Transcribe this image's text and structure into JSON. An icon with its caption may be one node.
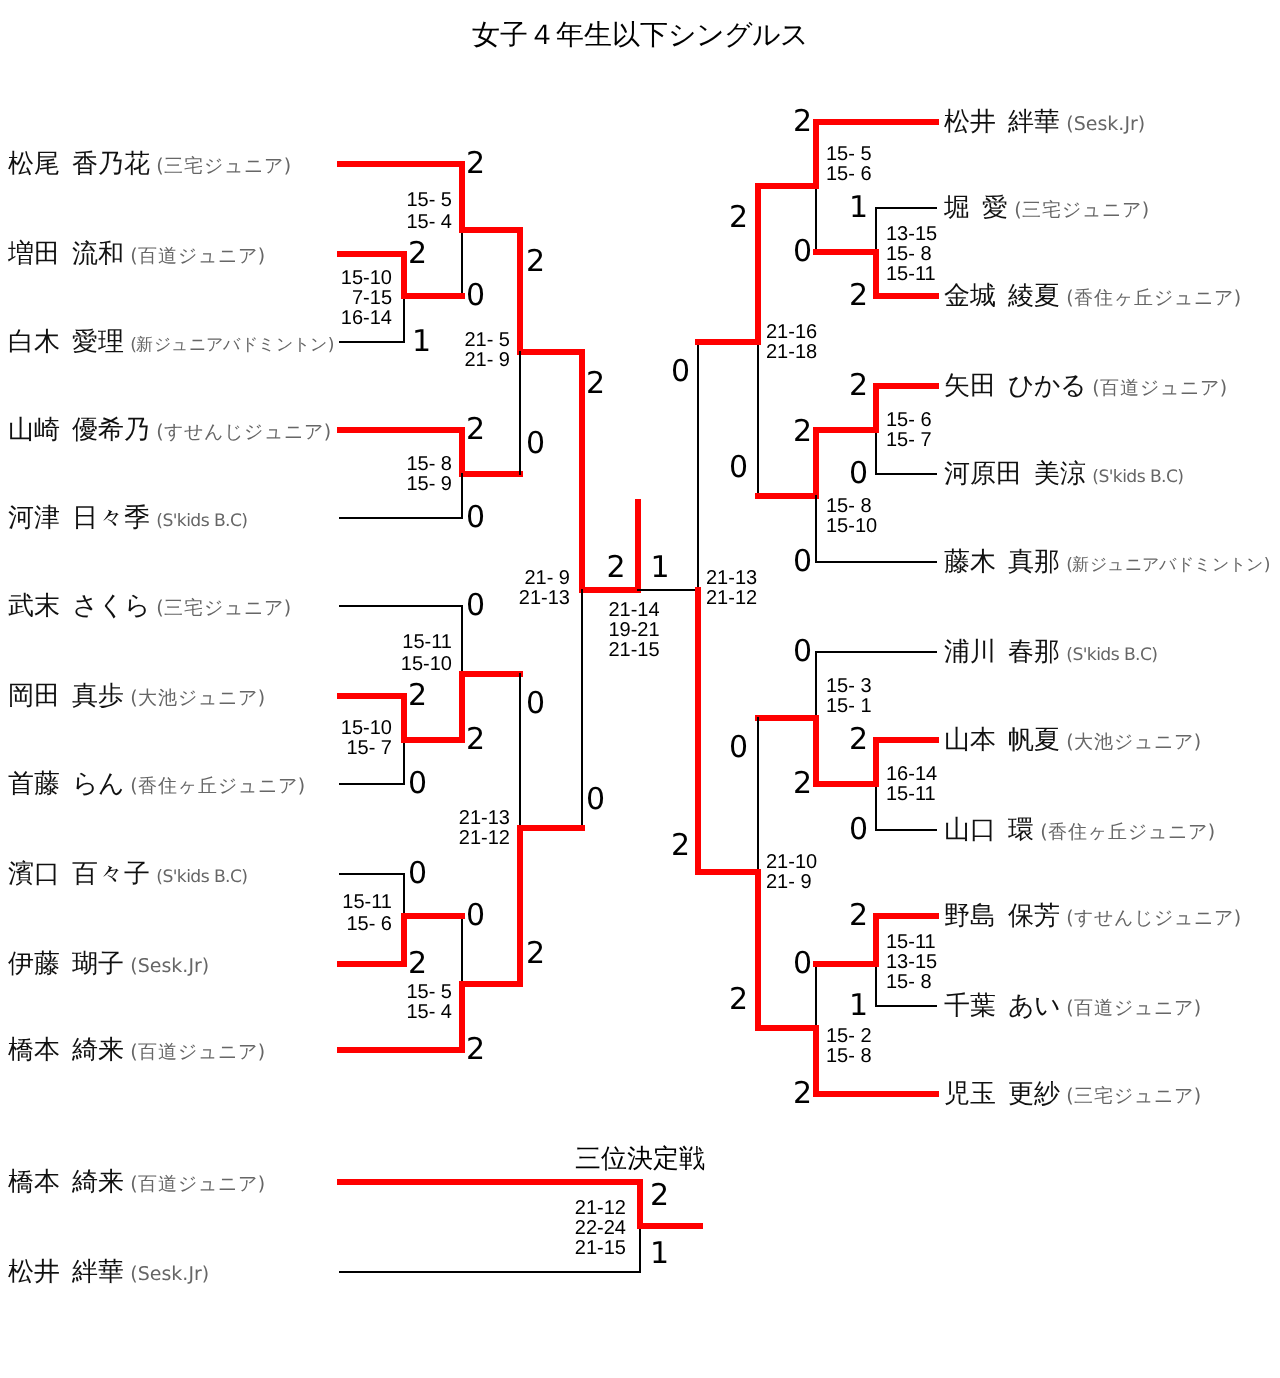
{
  "diagram": {
    "title": "女子４年生以下シングルス",
    "nodes": [
      {
        "text": [
          "松尾 香乃花",
          "(三宅ジュニア)"
        ]
      },
      {
        "text": [
          "増田 流和",
          "(百道ジュニア)"
        ]
      },
      {
        "text": [
          "白木 愛理",
          "(新ジュニアバドミントン)"
        ]
      },
      {
        "text": [
          "山崎 優希乃",
          "(すせんじジュニア)"
        ]
      },
      {
        "text": [
          "河津 日々季",
          "(S'kids B.C)"
        ]
      },
      {
        "text": [
          "武末 さくら",
          "(三宅ジュニア)"
        ]
      },
      {
        "text": [
          "岡田 真歩",
          "(大池ジュニア)"
        ]
      },
      {
        "text": [
          "首藤 らん",
          "(香住ヶ丘ジュニア)"
        ]
      },
      {
        "text": [
          "濱口 百々子",
          "(S'kids B.C)"
        ]
      },
      {
        "text": [
          "伊藤 瑚子",
          "(Sesk.Jr)"
        ]
      },
      {
        "text": [
          "橋本 綺来",
          "(百道ジュニア)"
        ]
      },
      {
        "text": [
          "松井 絆華",
          "(Sesk.Jr)"
        ]
      },
      {
        "text": [
          "堀 愛",
          "(三宅ジュニア)"
        ]
      },
      {
        "text": [
          "金城 綾夏",
          "(香住ヶ丘ジュニア)"
        ]
      },
      {
        "text": [
          "矢田 ひかる",
          "(百道ジュニア)"
        ]
      },
      {
        "text": [
          "河原田 美涼",
          "(S'kids B.C)"
        ]
      },
      {
        "text": [
          "藤木 真那",
          "(新ジュニアバドミントン)"
        ]
      },
      {
        "text": [
          "浦川 春那",
          "(S'kids B.C)"
        ]
      },
      {
        "text": [
          "山本 帆夏",
          "(大池ジュニア)"
        ]
      },
      {
        "text": [
          "山口 環",
          "(香住ヶ丘ジュニア)"
        ]
      },
      {
        "text": [
          "野島 保芳",
          "(すせんじジュニア)"
        ]
      },
      {
        "text": [
          "千葉 あい",
          "(百道ジュニア)"
        ]
      },
      {
        "text": [
          "児玉 更紗",
          "(三宅ジュニア)"
        ]
      },
      {
        "text": [
          "橋本 綺来",
          "(百道ジュニア)"
        ]
      },
      {
        "text": [
          "松井 絆華",
          "(Sesk.Jr)"
        ]
      }
    ],
    "labels": [
      "2",
      "15- 5",
      "15- 4",
      "2",
      "2",
      "15-10",
      "7-15",
      "16-14",
      "0",
      "1",
      "21- 5",
      "21- 9",
      "2",
      "2",
      "0",
      "15- 8",
      "15- 9",
      "0",
      "21- 9",
      "21-13",
      "0",
      "15-11",
      "15-10",
      "2",
      "0",
      "15-10",
      "15- 7",
      "2",
      "0",
      "0",
      "21-13",
      "21-12",
      "0",
      "15-11",
      "15- 6",
      "0",
      "2",
      "2",
      "15- 5",
      "15- 4",
      "2",
      "2",
      "1",
      "21-14",
      "19-21",
      "21-15",
      "21-13",
      "21-12",
      "2",
      "15- 5",
      "15- 6",
      "2",
      "1",
      "0",
      "13-15",
      "15- 8",
      "15-11",
      "2",
      "21-16",
      "21-18",
      "0",
      "2",
      "2",
      "15- 6",
      "15- 7",
      "0",
      "0",
      "15- 8",
      "15-10",
      "0",
      "0",
      "15- 3",
      "15- 1",
      "0",
      "2",
      "2",
      "16-14",
      "15-11",
      "0",
      "2",
      "21-10",
      "21- 9",
      "2",
      "15-11",
      "0",
      "13-15",
      "15- 8",
      "2",
      "1",
      "15- 2",
      "15- 8",
      "2",
      "三位決定戦",
      "2",
      "21-12",
      "22-24",
      "21-15",
      "1"
    ]
  }
}
